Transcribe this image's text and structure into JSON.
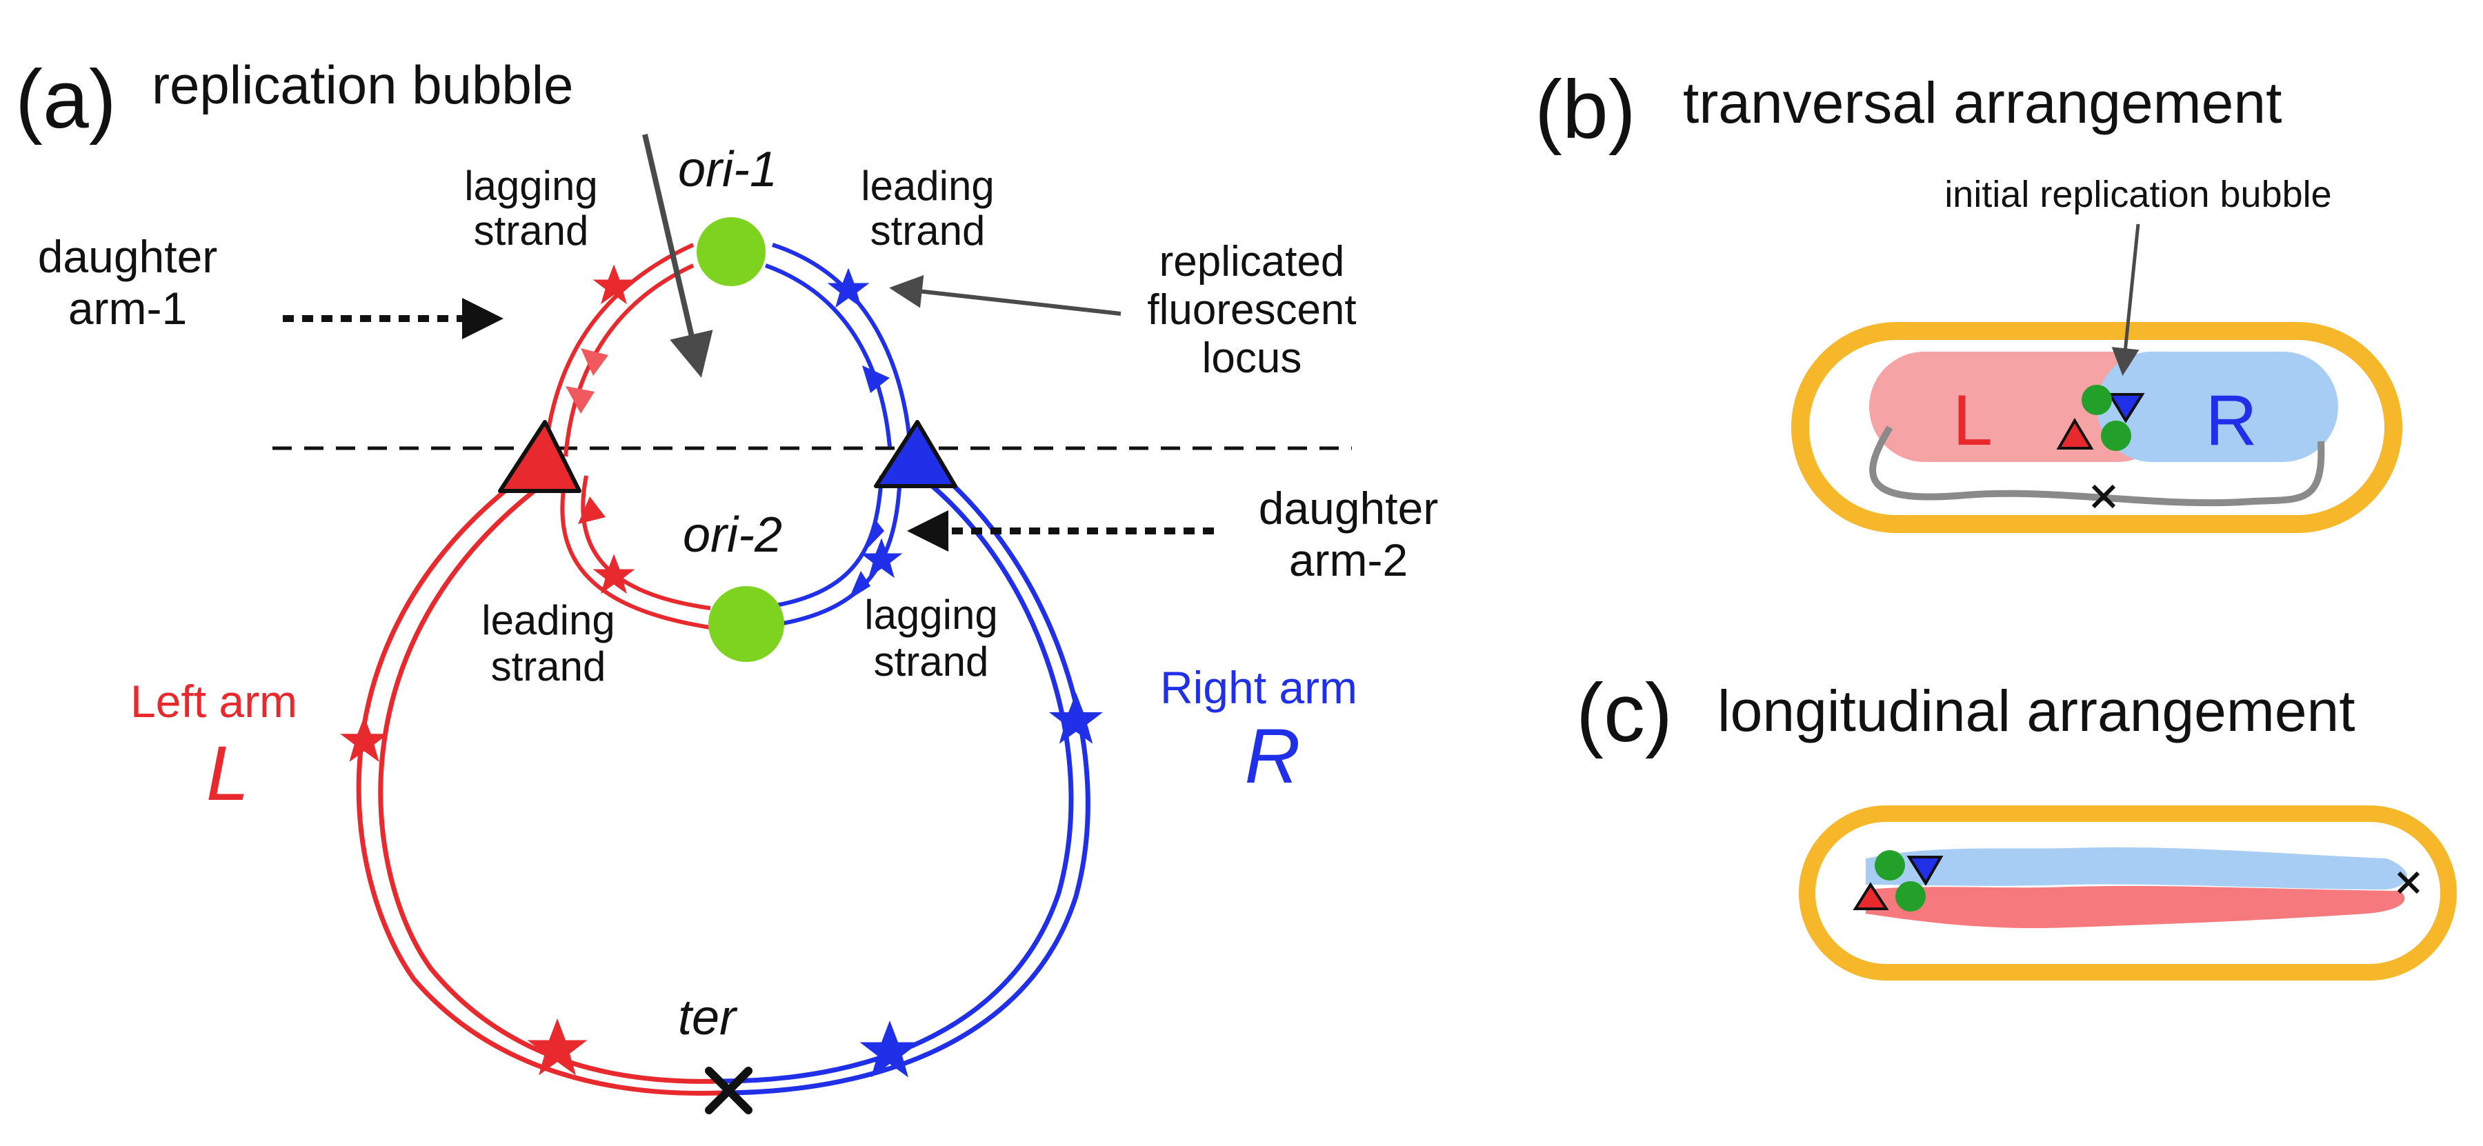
{
  "panel_a": {
    "label": "(a)",
    "title": "replication bubble",
    "ori1": "ori-1",
    "ori2": "ori-2",
    "ter": "ter",
    "lagging_top_1": "lagging",
    "lagging_top_2": "strand",
    "leading_top_1": "leading",
    "leading_top_2": "strand",
    "leading_bottom_1": "leading",
    "leading_bottom_2": "strand",
    "lagging_bottom_1": "lagging",
    "lagging_bottom_2": "strand",
    "daughter_arm1_1": "daughter",
    "daughter_arm1_2": "arm-1",
    "daughter_arm2_1": "daughter",
    "daughter_arm2_2": "arm-2",
    "replicated_1": "replicated",
    "replicated_2": "fluorescent",
    "replicated_3": "locus",
    "left_arm_label": "Left arm",
    "left_arm_letter": "L",
    "right_arm_label": "Right arm",
    "right_arm_letter": "R"
  },
  "panel_b": {
    "label": "(b)",
    "title": "tranversal arrangement",
    "annotation": "initial replication bubble",
    "left_letter": "L",
    "right_letter": "R"
  },
  "panel_c": {
    "label": "(c)",
    "title": "longitudinal arrangement"
  },
  "colors": {
    "left_arm": "#e8292d",
    "right_arm": "#1f30e8",
    "origin": "#7ed321",
    "cell_wall": "#f6b82a",
    "left_region": "#f6a3a6",
    "right_region": "#a7cdf5",
    "arrow": "#4a4a4a"
  }
}
